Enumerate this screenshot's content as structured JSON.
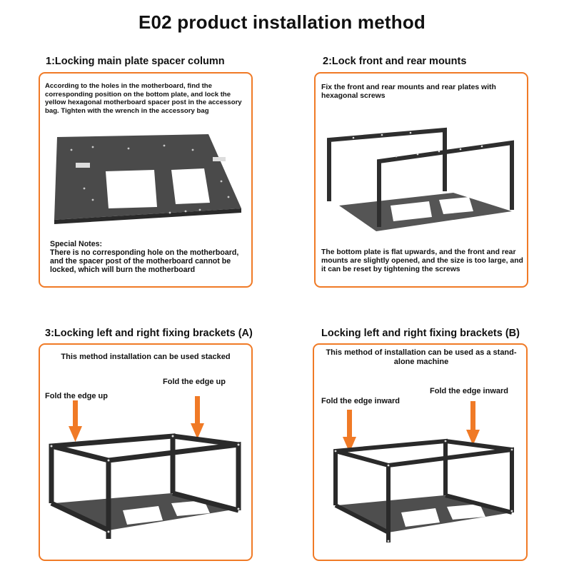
{
  "title": "E02 product installation method",
  "sections": [
    {
      "heading": "1:Locking main plate spacer column",
      "description": "According to the holes in the motherboard, find the corresponding position on the bottom plate, and lock the yellow hexagonal motherboard spacer post in the accessory bag. Tighten with the wrench in the accessory bag",
      "notes_heading": "Special Notes:",
      "notes_text": "There is no corresponding hole on the motherboard, and the spacer post of the motherboard cannot be locked, which will burn the motherboard"
    },
    {
      "heading": "2:Lock front and rear mounts",
      "description": "Fix the front and rear mounts and rear plates with hexagonal screws",
      "footer": "The bottom plate is flat upwards, and the front and rear mounts are slightly opened, and the size is too large, and it can be reset by tightening the screws"
    },
    {
      "heading": "3:Locking left and right fixing brackets (A)",
      "caption": "This method installation can be used stacked",
      "label_left": "Fold the edge up",
      "label_right": "Fold the edge up"
    },
    {
      "heading": "Locking left and right fixing brackets (B)",
      "caption": "This method of installation can be used as a stand-alone machine",
      "label_left": "Fold the edge inward",
      "label_right": "Fold the edge inward"
    }
  ],
  "colors": {
    "accent": "#f07a26",
    "metal": "#3a3a3a",
    "text": "#111111"
  }
}
